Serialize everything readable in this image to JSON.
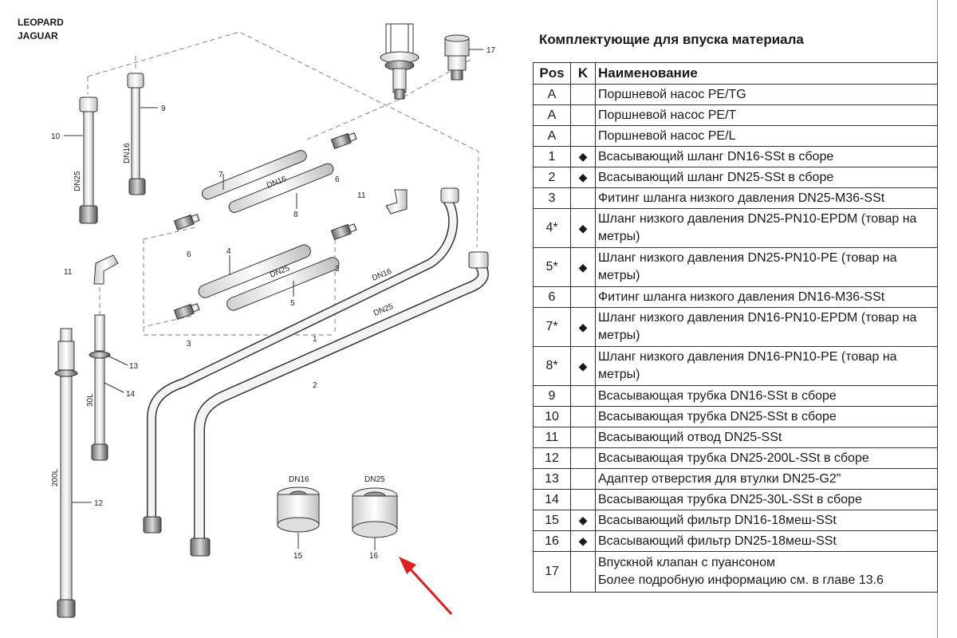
{
  "header": {
    "models": [
      "LEOPARD",
      "JAGUAR"
    ]
  },
  "table": {
    "title": "Комплектующие для впуска материала",
    "columns": [
      "Pos",
      "K",
      "Наименование"
    ],
    "rows": [
      {
        "pos": "A",
        "k": "",
        "name": "Поршневой насос PE/TG"
      },
      {
        "pos": "A",
        "k": "",
        "name": "Поршневой насос PE/T"
      },
      {
        "pos": "A",
        "k": "",
        "name": "Поршневой насос PE/L"
      },
      {
        "pos": "1",
        "k": "◆",
        "name": "Всасывающий шланг DN16-SSt в сборе"
      },
      {
        "pos": "2",
        "k": "◆",
        "name": "Всасывающий шланг DN25-SSt в сборе"
      },
      {
        "pos": "3",
        "k": "",
        "name": "Фитинг шланга низкого давления DN25-M36-SSt"
      },
      {
        "pos": "4*",
        "k": "◆",
        "name": "Шланг низкого давления DN25-PN10-EPDM (товар на метры)"
      },
      {
        "pos": "5*",
        "k": "◆",
        "name": "Шланг низкого давления DN25-PN10-PE (товар на метры)"
      },
      {
        "pos": "6",
        "k": "",
        "name": "Фитинг шланга низкого давления DN16-M36-SSt"
      },
      {
        "pos": "7*",
        "k": "◆",
        "name": "Шланг низкого давления DN16-PN10-EPDM (товар на метры)"
      },
      {
        "pos": "8*",
        "k": "◆",
        "name": "Шланг низкого давления DN16-PN10-PE (товар на метры)"
      },
      {
        "pos": "9",
        "k": "",
        "name": "Всасывающая трубка DN16-SSt в сборе"
      },
      {
        "pos": "10",
        "k": "",
        "name": "Всасывающая трубка DN25-SSt в сборе"
      },
      {
        "pos": "11",
        "k": "",
        "name": "Всасывающий отвод DN25-SSt"
      },
      {
        "pos": "12",
        "k": "",
        "name": "Всасывающая трубка DN25-200L-SSt в сборе"
      },
      {
        "pos": "13",
        "k": "",
        "name": "Адаптер отверстия для втулки DN25-G2\""
      },
      {
        "pos": "14",
        "k": "",
        "name": "Всасывающая трубка DN25-30L-SSt в сборе"
      },
      {
        "pos": "15",
        "k": "◆",
        "name": "Всасывающий фильтр DN16-18меш-SSt"
      },
      {
        "pos": "16",
        "k": "◆",
        "name": "Всасывающий фильтр DN25-18меш-SSt"
      },
      {
        "pos": "17",
        "k": "",
        "name": "Впускной клапан с пуансоном",
        "note": "Более подробную информацию см. в главе 13.6"
      }
    ]
  },
  "diagram": {
    "labels": {
      "p1": "1",
      "p2": "2",
      "p3a": "3",
      "p3b": "3",
      "p4": "4",
      "p5": "5",
      "p6a": "6",
      "p6b": "6",
      "p7": "7",
      "p8": "8",
      "p9": "9",
      "p10": "10",
      "p11a": "11",
      "p11b": "11",
      "p12": "12",
      "p13": "13",
      "p14": "14",
      "p15": "15",
      "p16": "16",
      "p17": "17",
      "dn16_tube": "DN16",
      "dn25_tube": "DN25",
      "dn16_hose": "DN16",
      "dn25_hose": "DN25",
      "dn16_long": "DN16",
      "dn25_long": "DN25",
      "dn16_filter": "DN16",
      "dn25_filter": "DN25",
      "l200": "200L",
      "l30": "30L"
    },
    "arrow_color": "#e02020"
  }
}
